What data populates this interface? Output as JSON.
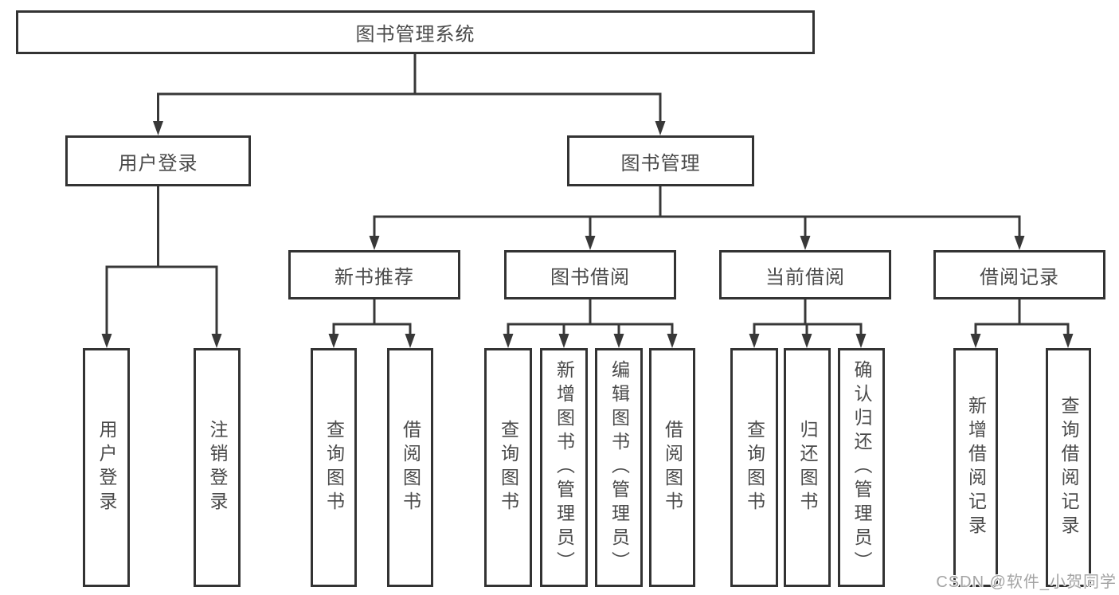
{
  "tree": {
    "root": {
      "label": "图书管理系统"
    },
    "branches": [
      {
        "label": "用户登录",
        "children": [
          {
            "label": "用户登录"
          },
          {
            "label": "注销登录"
          }
        ]
      },
      {
        "label": "图书管理",
        "children": [
          {
            "label": "新书推荐",
            "children": [
              {
                "label": "查询图书"
              },
              {
                "label": "借阅图书"
              }
            ]
          },
          {
            "label": "图书借阅",
            "children": [
              {
                "label": "查询图书"
              },
              {
                "label": "新增图书（管理员）"
              },
              {
                "label": "编辑图书（管理员）"
              },
              {
                "label": "借阅图书"
              }
            ]
          },
          {
            "label": "当前借阅",
            "children": [
              {
                "label": "查询图书"
              },
              {
                "label": "归还图书"
              },
              {
                "label": "确认归还（管理员）"
              }
            ]
          },
          {
            "label": "借阅记录",
            "children": [
              {
                "label": "新增借阅记录"
              },
              {
                "label": "查询借阅记录"
              }
            ]
          }
        ]
      }
    ]
  },
  "watermark": "CSDN @软件_小贺同学",
  "colors": {
    "line": "#383838",
    "box_border": "#333333",
    "text": "#4a4a4a",
    "watermark": "#a3a3a3",
    "background": "#ffffff"
  }
}
